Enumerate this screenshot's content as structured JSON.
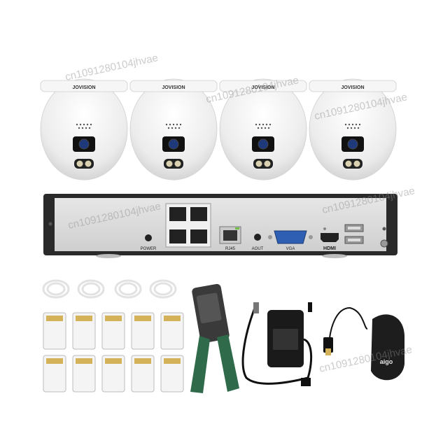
{
  "brand": "JOVISION",
  "watermark": "cn1091280104jhvae",
  "nvr": {
    "power_label": "POWER",
    "rj45_label": "RJ45",
    "aout_label": "AOUT",
    "vga_label": "VGA",
    "hdmi_label": "HDMI"
  },
  "mouse_logo": "aigo",
  "colors": {
    "camera_body": "#f2f2f2",
    "nvr_panel": "#2a2a2a",
    "nvr_face": "#dcdcdc",
    "vga_blue": "#2f5fb3",
    "crimper_green": "#2f6b4a"
  }
}
